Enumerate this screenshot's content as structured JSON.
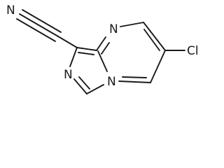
{
  "molecule": {
    "atoms": {
      "cyano_nitrogen": "N",
      "pyrimidine_n_top": "N",
      "bridgehead_nitrogen": "N",
      "imidazole_nitrogen": "N",
      "chlorine": "Cl"
    },
    "colors": {
      "line": "#1a1a1a",
      "text": "#1a1a1a",
      "background": "#ffffff"
    }
  }
}
